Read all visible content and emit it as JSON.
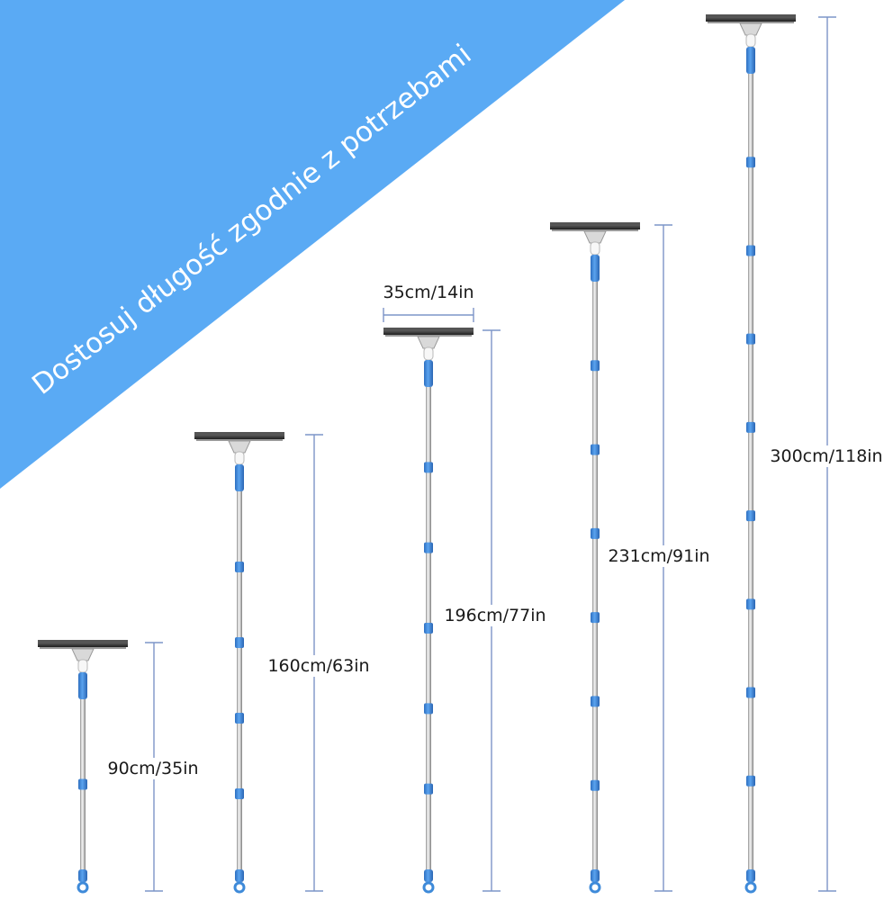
{
  "banner": {
    "text": "Dostosuj długość zgodnie z potrzebami",
    "color": "#5aaaf4"
  },
  "colors": {
    "accent_blue": "#3e8ad9",
    "dimension_line": "#7d95c8",
    "pole_metal": "#c4c4c4",
    "squeegee_blade": "#3a3a3a"
  },
  "blade_width_label": "35cm/14in",
  "poles": [
    {
      "length_cm": 90,
      "label": "90cm/35in",
      "segments": 1
    },
    {
      "length_cm": 160,
      "label": "160cm/63in",
      "segments": 4
    },
    {
      "length_cm": 196,
      "label": "196cm/77in",
      "segments": 5
    },
    {
      "length_cm": 231,
      "label": "231cm/91in",
      "segments": 6
    },
    {
      "length_cm": 300,
      "label": "300cm/118in",
      "segments": 8
    }
  ]
}
